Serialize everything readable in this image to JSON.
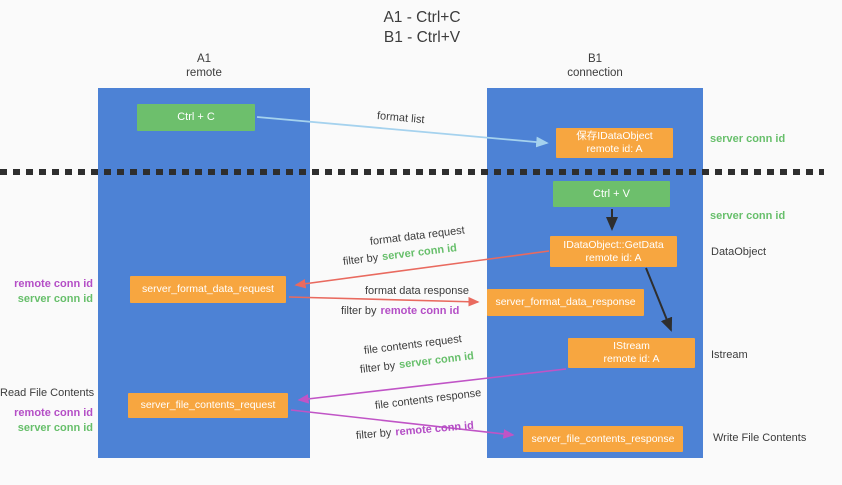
{
  "title": {
    "line1": "A1 - Ctrl+C",
    "line2": "B1 - Ctrl+V"
  },
  "lanes": {
    "left": {
      "header_line1": "A1",
      "header_line2": "remote"
    },
    "right": {
      "header_line1": "B1",
      "header_line2": "connection"
    }
  },
  "nodes": {
    "ctrl_c": "Ctrl + C",
    "ctrl_v": "Ctrl + V",
    "save_idataobject": {
      "line1": "保存IDataObject",
      "line2": "remote id: A"
    },
    "getdata": {
      "line1": "IDataObject::GetData",
      "line2": "remote id: A"
    },
    "istream": {
      "line1": "IStream",
      "line2": "remote id: A"
    },
    "server_format_data_request": "server_format_data_request",
    "server_format_data_response": "server_format_data_response",
    "server_file_contents_request": "server_file_contents_request",
    "server_file_contents_response": "server_file_contents_response"
  },
  "edge_labels": {
    "format_list": "format list",
    "format_data_request": "format data request",
    "format_data_response": "format data response",
    "file_contents_request": "file contents request",
    "file_contents_response": "file contents response",
    "filter_by": "filter by",
    "server_conn_id": "server conn id",
    "remote_conn_id": "remote conn id"
  },
  "side_labels": {
    "right_server_conn_id_top": "server conn id",
    "right_server_conn_id_mid": "server conn id",
    "dataobject": "DataObject",
    "istream": "Istream",
    "write_file_contents": "Write File Contents",
    "read_file_contents": "Read File Contents",
    "left_remote_conn_id_top": "remote conn id",
    "left_server_conn_id_top": "server conn id",
    "left_remote_conn_id_bottom": "remote conn id",
    "left_server_conn_id_bottom": "server conn id"
  },
  "colors": {
    "bg": "#fafafa",
    "lane_blue": "#4d82d5",
    "box_green": "#6dbf6c",
    "box_orange": "#f7a640",
    "green_text": "#67bf6b",
    "purple_text": "#b44ec6",
    "red_arrow": "#e96a5f",
    "magenta_arrow": "#c054c6",
    "blue_arrow": "#a5d2ee",
    "ink": "#2e2e2e",
    "text_dark": "#3c3c3c"
  }
}
